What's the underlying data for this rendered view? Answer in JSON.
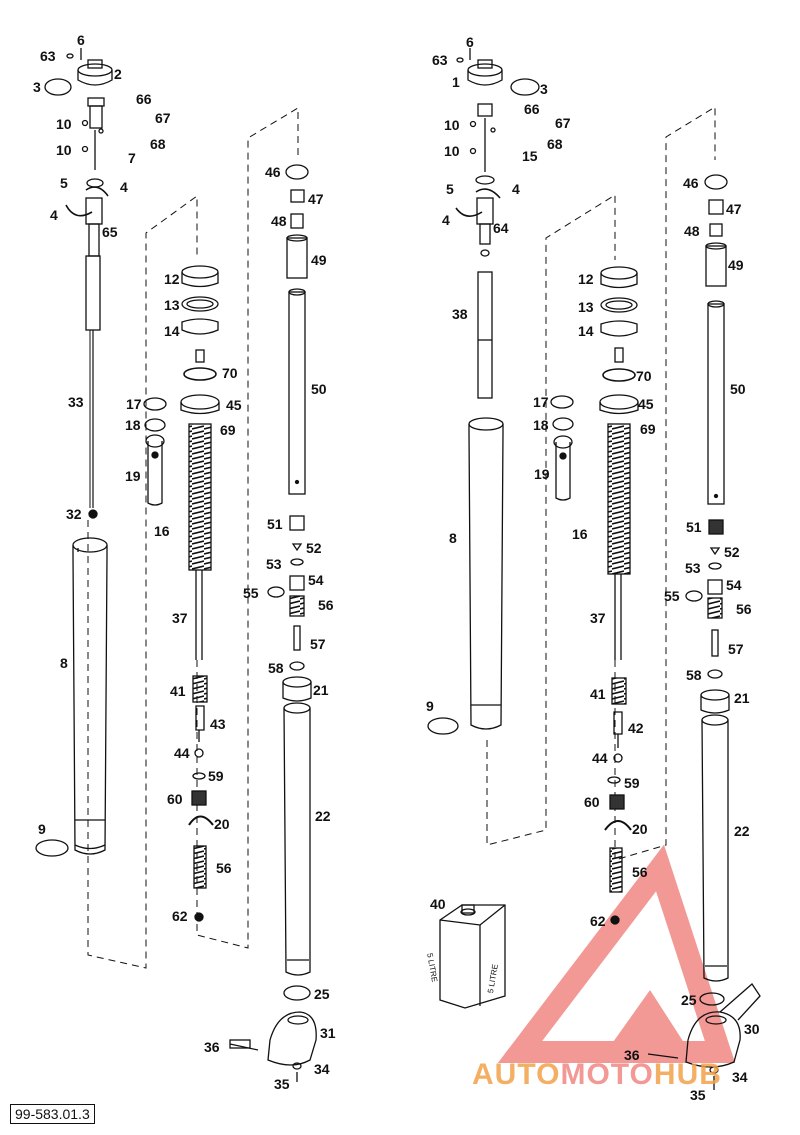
{
  "document": {
    "part_reference": "99-583.01.3"
  },
  "watermark": {
    "part1": "AUTO",
    "part2": "MOTO",
    "part3": "HUB",
    "colors": {
      "orange": "#f2a24a",
      "red": "#e8463f"
    }
  },
  "oil_can": {
    "text_left": "5 LITRE",
    "text_right": "5 LITRE"
  },
  "left_fork": {
    "labels": {
      "l63": "63",
      "l6": "6",
      "l2": "2",
      "l3": "3",
      "l66": "66",
      "l67": "67",
      "l68": "68",
      "l10a": "10",
      "l10b": "10",
      "l7": "7",
      "l5": "5",
      "l4a": "4",
      "l4b": "4",
      "l65": "65",
      "l33": "33",
      "l32": "32",
      "l8": "8",
      "l9": "9",
      "l12": "12",
      "l13": "13",
      "l14": "14",
      "l70": "70",
      "l17": "17",
      "l45": "45",
      "l18": "18",
      "l69": "69",
      "l19": "19",
      "l16": "16",
      "l37": "37",
      "l41": "41",
      "l43": "43",
      "l44": "44",
      "l59": "59",
      "l60": "60",
      "l20": "20",
      "l56b": "56",
      "l62": "62",
      "l46": "46",
      "l47": "47",
      "l48": "48",
      "l49": "49",
      "l50": "50",
      "l51": "51",
      "l52": "52",
      "l53": "53",
      "l54": "54",
      "l55": "55",
      "l56": "56",
      "l57": "57",
      "l58": "58",
      "l21": "21",
      "l22": "22",
      "l25": "25",
      "l31": "31",
      "l36": "36",
      "l34": "34",
      "l35": "35"
    }
  },
  "right_fork": {
    "labels": {
      "l6": "6",
      "l63": "63",
      "l1": "1",
      "l3": "3",
      "l66": "66",
      "l67": "67",
      "l68": "68",
      "l10a": "10",
      "l10b": "10",
      "l15": "15",
      "l5": "5",
      "l4a": "4",
      "l4b": "4",
      "l64": "64",
      "l38": "38",
      "l8": "8",
      "l9": "9",
      "l12": "12",
      "l13": "13",
      "l14": "14",
      "l70": "70",
      "l17": "17",
      "l45": "45",
      "l18": "18",
      "l69": "69",
      "l19": "19",
      "l16": "16",
      "l37": "37",
      "l41": "41",
      "l42": "42",
      "l44": "44",
      "l59": "59",
      "l60": "60",
      "l20": "20",
      "l56b": "56",
      "l62": "62",
      "l40": "40",
      "l46": "46",
      "l47": "47",
      "l48": "48",
      "l49": "49",
      "l50": "50",
      "l51": "51",
      "l52": "52",
      "l53": "53",
      "l54": "54",
      "l55": "55",
      "l56": "56",
      "l57": "57",
      "l58": "58",
      "l21": "21",
      "l22": "22",
      "l25": "25",
      "l30": "30",
      "l36": "36",
      "l34": "34",
      "l35": "35"
    }
  }
}
